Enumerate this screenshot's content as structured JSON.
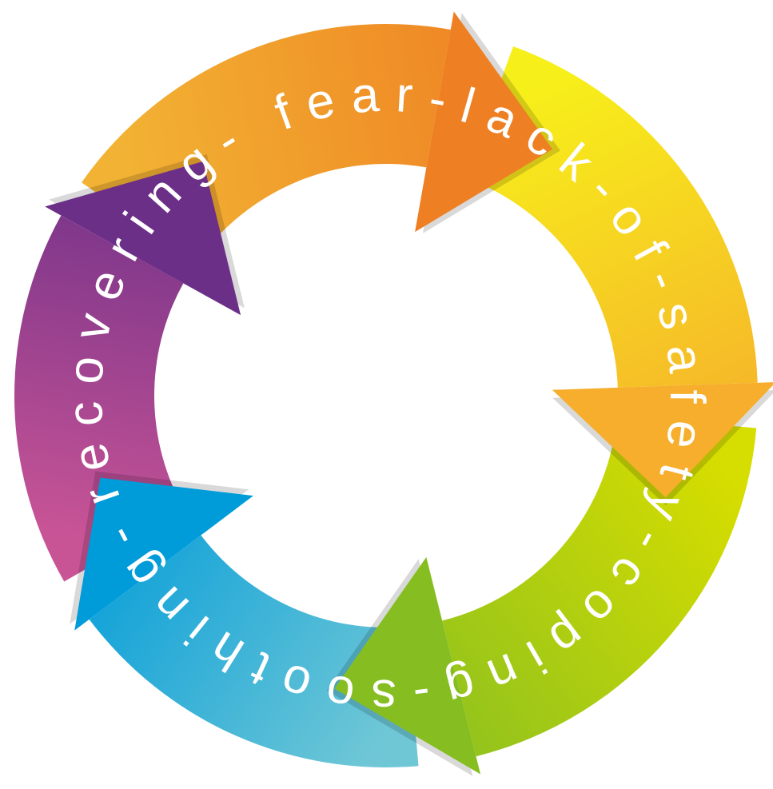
{
  "diagram": {
    "type": "cycle",
    "text": "recovering- fear-lack-of-safety-coping-soothing-",
    "stages": [
      {
        "name": "fear-lack-of-safety",
        "color_start": "#f2b233",
        "color_end": "#ee7f22",
        "start_deg": 305,
        "base_deg": 10,
        "tip_deg": 34
      },
      {
        "name": "lack-of-safety",
        "color_start": "#f7ef1a",
        "color_end": "#f6ae2c",
        "start_deg": 20,
        "base_deg": 88,
        "tip_deg": 110
      },
      {
        "name": "coping",
        "color_start": "#d6dd00",
        "color_end": "#86be22",
        "start_deg": 95,
        "base_deg": 166,
        "tip_deg": 190
      },
      {
        "name": "soothing",
        "color_start": "#6fc7d6",
        "color_end": "#009bd9",
        "start_deg": 175,
        "base_deg": 233,
        "tip_deg": 254
      },
      {
        "name": "recovering",
        "color_start": "#c85496",
        "color_end": "#6c2f88",
        "start_deg": 240,
        "base_deg": 299,
        "tip_deg": 322
      }
    ]
  }
}
